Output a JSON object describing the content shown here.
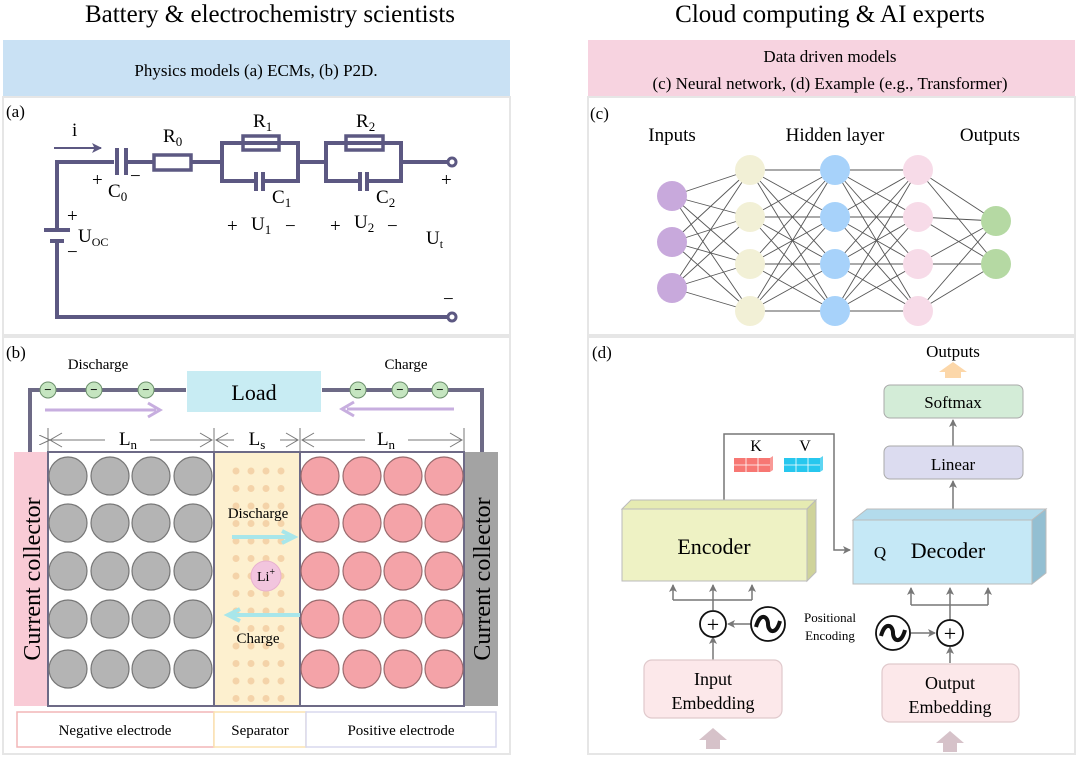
{
  "left_column": {
    "title": "Battery & electrochemistry scientists",
    "banner": "Physics models (a) ECMs, (b) P2D.",
    "banner_color": "#c9e1f4"
  },
  "right_column": {
    "title": "Cloud computing & AI experts",
    "banner_line1": "Data driven models",
    "banner_line2": "(c) Neural network, (d) Example (e.g., Transformer)",
    "banner_color": "#f7d3e0"
  },
  "panel_a": {
    "label": "(a)",
    "current": "i",
    "C0": {
      "main": "C",
      "sub": "0"
    },
    "R0": {
      "main": "R",
      "sub": "0"
    },
    "R1": {
      "main": "R",
      "sub": "1"
    },
    "C1": {
      "main": "C",
      "sub": "1"
    },
    "R2": {
      "main": "R",
      "sub": "2"
    },
    "C2": {
      "main": "C",
      "sub": "2"
    },
    "U1": {
      "main": "U",
      "sub": "1"
    },
    "U2": {
      "main": "U",
      "sub": "2"
    },
    "Uoc": {
      "main": "U",
      "sub": "OC"
    },
    "Ut": {
      "main": "U",
      "sub": "t"
    },
    "plus": "+",
    "minus": "−",
    "wire_color": "#5c5882"
  },
  "panel_b": {
    "label": "(b)",
    "discharge": "Discharge",
    "charge": "Charge",
    "load": "Load",
    "electron": "−",
    "Ln": {
      "main": "L",
      "sub": "n"
    },
    "Ls": {
      "main": "L",
      "sub": "s"
    },
    "separator_discharge": "Discharge",
    "separator_charge": "Charge",
    "ion": {
      "main": "Li",
      "sup": "+"
    },
    "current_collector": "Current collector",
    "legend": [
      "Negative electrode",
      "Separator",
      "Positive electrode"
    ],
    "colors": {
      "negative_particle": "#b4b4b4",
      "positive_particle": "#f4a3a8",
      "separator": "#fdf0cf",
      "load": "#c8ecf3",
      "left_collector": "#f9cbd6",
      "right_collector": "#a3a3a3",
      "flow_arrow": "#c7aedf",
      "ion_arrow": "#a8e6ea"
    }
  },
  "panel_c": {
    "label": "(c)",
    "inputs_label": "Inputs",
    "hidden_label": "Hidden layer",
    "outputs_label": "Outputs",
    "layers": [
      {
        "nodes": 3,
        "color": "#c8a9dc"
      },
      {
        "nodes": 4,
        "color": "#f2f0d6"
      },
      {
        "nodes": 4,
        "color": "#a7d2fa"
      },
      {
        "nodes": 4,
        "color": "#f7dbe8"
      },
      {
        "nodes": 2,
        "color": "#b5d9a3"
      }
    ]
  },
  "panel_d": {
    "label": "(d)",
    "outputs": "Outputs",
    "softmax": "Softmax",
    "linear": "Linear",
    "encoder": "Encoder",
    "decoder": "Decoder",
    "K": "K",
    "V": "V",
    "Q": "Q",
    "positional_line1": "Positional",
    "positional_line2": "Encoding",
    "input_embedding_line1": "Input",
    "input_embedding_line2": "Embedding",
    "output_embedding_line1": "Output",
    "output_embedding_line2": "Embedding",
    "plus": "+",
    "wave": "~",
    "colors": {
      "softmax": "#d3ecd7",
      "linear": "#dcdcf0",
      "encoder": "#eef2c4",
      "decoder": "#c5e8f6",
      "embedding": "#fce8ea",
      "K": "#f77773",
      "V": "#27c7ee",
      "Q": "#b48ad4",
      "output_arrow": "#fcd7a9"
    }
  }
}
